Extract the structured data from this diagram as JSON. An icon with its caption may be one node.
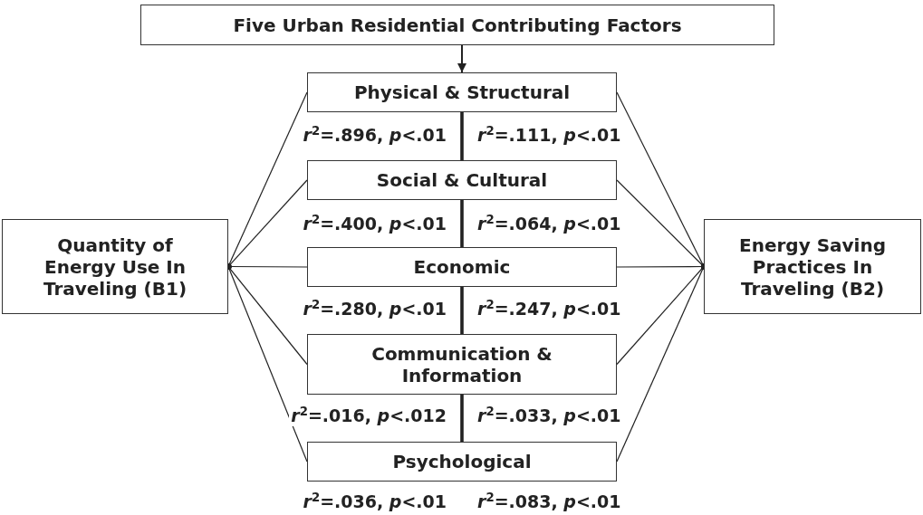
{
  "diagram": {
    "nodes": [
      {
        "text": [
          "Five Urban Residential Contributing Factors"
        ]
      },
      {
        "text": [
          "Physical & Structural"
        ]
      },
      {
        "text": [
          "Social & Cultural"
        ]
      },
      {
        "text": [
          "Economic"
        ]
      },
      {
        "text": [
          "Communication & Information"
        ]
      },
      {
        "text": [
          "Psychological"
        ]
      },
      {
        "text": [
          "Quantity of Energy Use In Traveling (B1)"
        ]
      },
      {
        "text": [
          "Energy Saving Practices In Traveling (B2)"
        ]
      }
    ],
    "edges": [
      {
        "from": 0,
        "to": 1,
        "arrow": "to"
      },
      {
        "from": 1,
        "to": 2,
        "arrow": "none",
        "style": "thick"
      },
      {
        "from": 2,
        "to": 3,
        "arrow": "none",
        "style": "thick"
      },
      {
        "from": 3,
        "to": 4,
        "arrow": "none",
        "style": "thick"
      },
      {
        "from": 4,
        "to": 5,
        "arrow": "none",
        "style": "thick"
      },
      {
        "from": 6,
        "to": 1,
        "arrow": "other"
      },
      {
        "from": 6,
        "to": 2,
        "arrow": "other"
      },
      {
        "from": 6,
        "to": 3,
        "arrow": "other"
      },
      {
        "from": 6,
        "to": 4,
        "arrow": "other"
      },
      {
        "from": 6,
        "to": 5,
        "arrow": "other"
      },
      {
        "from": 7,
        "to": 1,
        "arrow": "other"
      },
      {
        "from": 7,
        "to": 2,
        "arrow": "other"
      },
      {
        "from": 7,
        "to": 3,
        "arrow": "other"
      },
      {
        "from": 7,
        "to": 4,
        "arrow": "other"
      },
      {
        "from": 7,
        "to": 5,
        "arrow": "other"
      }
    ],
    "labels": [
      "*r*$^{2}$=.896, *p*<.01",
      "*r*$^{2}$=.111, *p*<.01",
      "*r*$^{2}$=.400, *p*<.01",
      "*r*$^{2}$=.064, *p*<.01",
      "*r*$^{2}$=.280, *p*<.01",
      "*r*$^{2}$=.247, *p*<.01",
      "*r*$^{2}$=.016, *p*<.012",
      "*r*$^{2}$=.033, *p*<.01",
      "*r*$^{2}$=.036, *p*<.01",
      "*r*$^{2}$=.083, *p*<.01"
    ]
  }
}
